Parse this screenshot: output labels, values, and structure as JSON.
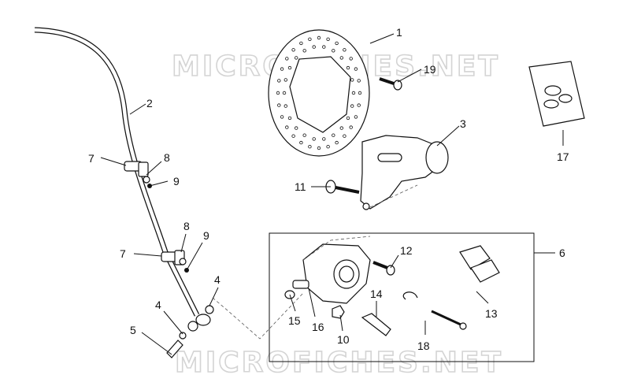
{
  "watermark": "MICROFICHES.NET",
  "callouts": [
    {
      "id": "c1",
      "label": "1"
    },
    {
      "id": "c2",
      "label": "2"
    },
    {
      "id": "c3",
      "label": "3"
    },
    {
      "id": "c4a",
      "label": "4"
    },
    {
      "id": "c4b",
      "label": "4"
    },
    {
      "id": "c5",
      "label": "5"
    },
    {
      "id": "c6",
      "label": "6"
    },
    {
      "id": "c7a",
      "label": "7"
    },
    {
      "id": "c7b",
      "label": "7"
    },
    {
      "id": "c8a",
      "label": "8"
    },
    {
      "id": "c8b",
      "label": "8"
    },
    {
      "id": "c9a",
      "label": "9"
    },
    {
      "id": "c9b",
      "label": "9"
    },
    {
      "id": "c10",
      "label": "10"
    },
    {
      "id": "c11",
      "label": "11"
    },
    {
      "id": "c12",
      "label": "12"
    },
    {
      "id": "c13",
      "label": "13"
    },
    {
      "id": "c14",
      "label": "14"
    },
    {
      "id": "c15",
      "label": "15"
    },
    {
      "id": "c16",
      "label": "16"
    },
    {
      "id": "c17",
      "label": "17"
    },
    {
      "id": "c18",
      "label": "18"
    },
    {
      "id": "c19",
      "label": "19"
    }
  ]
}
